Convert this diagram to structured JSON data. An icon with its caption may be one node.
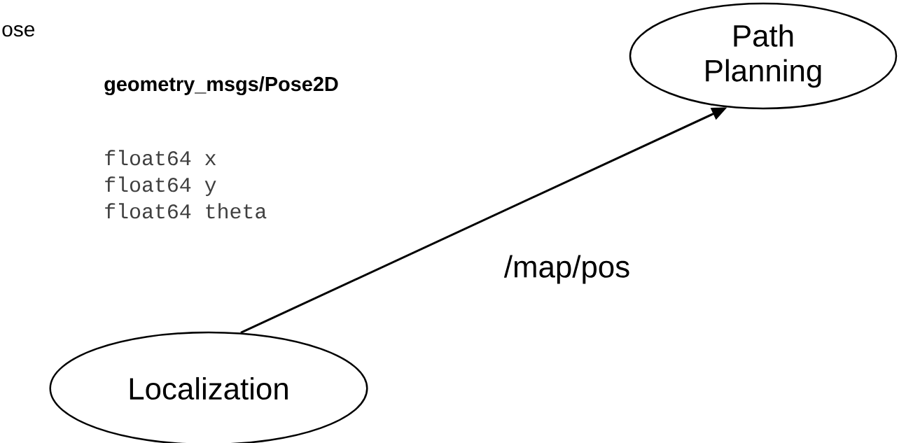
{
  "diagram": {
    "nodes": [
      {
        "text": [
          "Localization"
        ]
      },
      {
        "text": [
          "Path Planning"
        ]
      }
    ],
    "edges": [
      {
        "from": 0,
        "to": 1,
        "arrow": "to",
        "label": "/map/pos"
      }
    ],
    "labels": [
      "ose",
      "**geometry_msgs/Pose2D**",
      "float64 x",
      "float64 y",
      "float64 theta"
    ]
  }
}
